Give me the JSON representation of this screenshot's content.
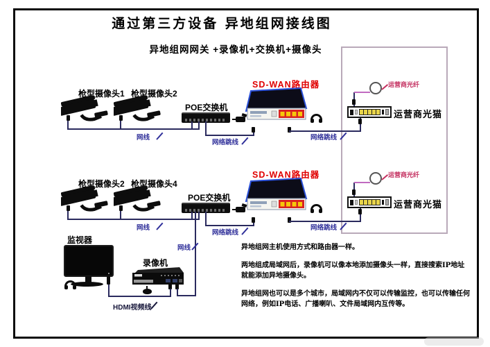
{
  "title": "通过第三方设备 异地组网接线图",
  "subtitle": "异地组网网关 +录像机+交换机+摄像头",
  "site1": {
    "camera_a": "枪型摄像头1",
    "camera_b": "枪型摄像头2",
    "switch": "POE交换机",
    "router": "SD-WAN路由器",
    "modem": "运营商光猫",
    "fiber": "运营商光纤",
    "cable": "网线",
    "jumper1": "网络跳线",
    "jumper2": "网络跳线"
  },
  "site2": {
    "camera_a": "枪型摄像头2",
    "camera_b": "枪型摄像头4",
    "switch": "POE交换机",
    "router": "SD-WAN路由器",
    "modem": "运营商光猫",
    "fiber": "运营商光纤",
    "cable": "网线",
    "jumper1": "网络跳线",
    "jumper2": "网络跳线"
  },
  "local": {
    "monitor": "监视器",
    "recorder": "录像机",
    "hdmi": "HDMI视频线",
    "cable": "网线"
  },
  "notes": {
    "p1": "异地组网主机使用方式和路由器一样。",
    "p2": "两地组成局域网后，录像机可以像本地添加摄像头一样，直接搜索IP地址就能添加异地摄像头。",
    "p3": "异地组网也可以是多个城市，局域网内不仅可以传输监控，也可以传输任何网络，例如IP电话、广播喇叭、文件局域网内互传等。"
  },
  "colors": {
    "cable_line": "#2a2a5e",
    "cable_label": "#30309a",
    "router_label": "#e00000",
    "fiber_label": "#c43060",
    "fiber_line": "#c06ac0",
    "site_frame": "#b9a9b9"
  }
}
